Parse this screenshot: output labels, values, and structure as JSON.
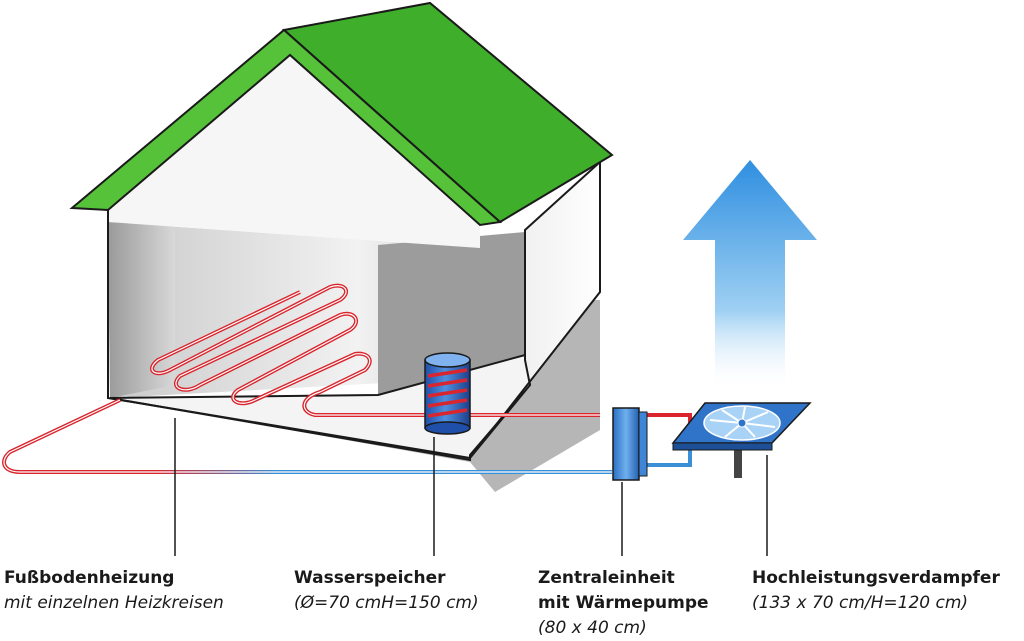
{
  "colors": {
    "roof": "#3fae2a",
    "pipe_hot": "#d9262e",
    "pipe_cold": "#3a8fd6",
    "airflow": "#2f8fe0",
    "component": "#2f74c8"
  },
  "labels": {
    "floor": {
      "title": "Fußbodenheizung",
      "sub": "mit einzelnen Heizkreisen"
    },
    "tank": {
      "title": "Wasserspeicher",
      "sub": "(Ø=70 cmH=150 cm)"
    },
    "central": {
      "title1": "Zentraleinheit",
      "title2": "mit Wärmepumpe",
      "sub": "(80 x 40 cm)"
    },
    "evaporator": {
      "title": "Hochleistungsverdampfer",
      "sub": "(133 x 70 cm/H=120 cm)"
    }
  },
  "icons": [
    "house-illustration",
    "water-tank-icon",
    "heat-pump-unit-icon",
    "fan-icon",
    "airflow-arrow-icon"
  ]
}
